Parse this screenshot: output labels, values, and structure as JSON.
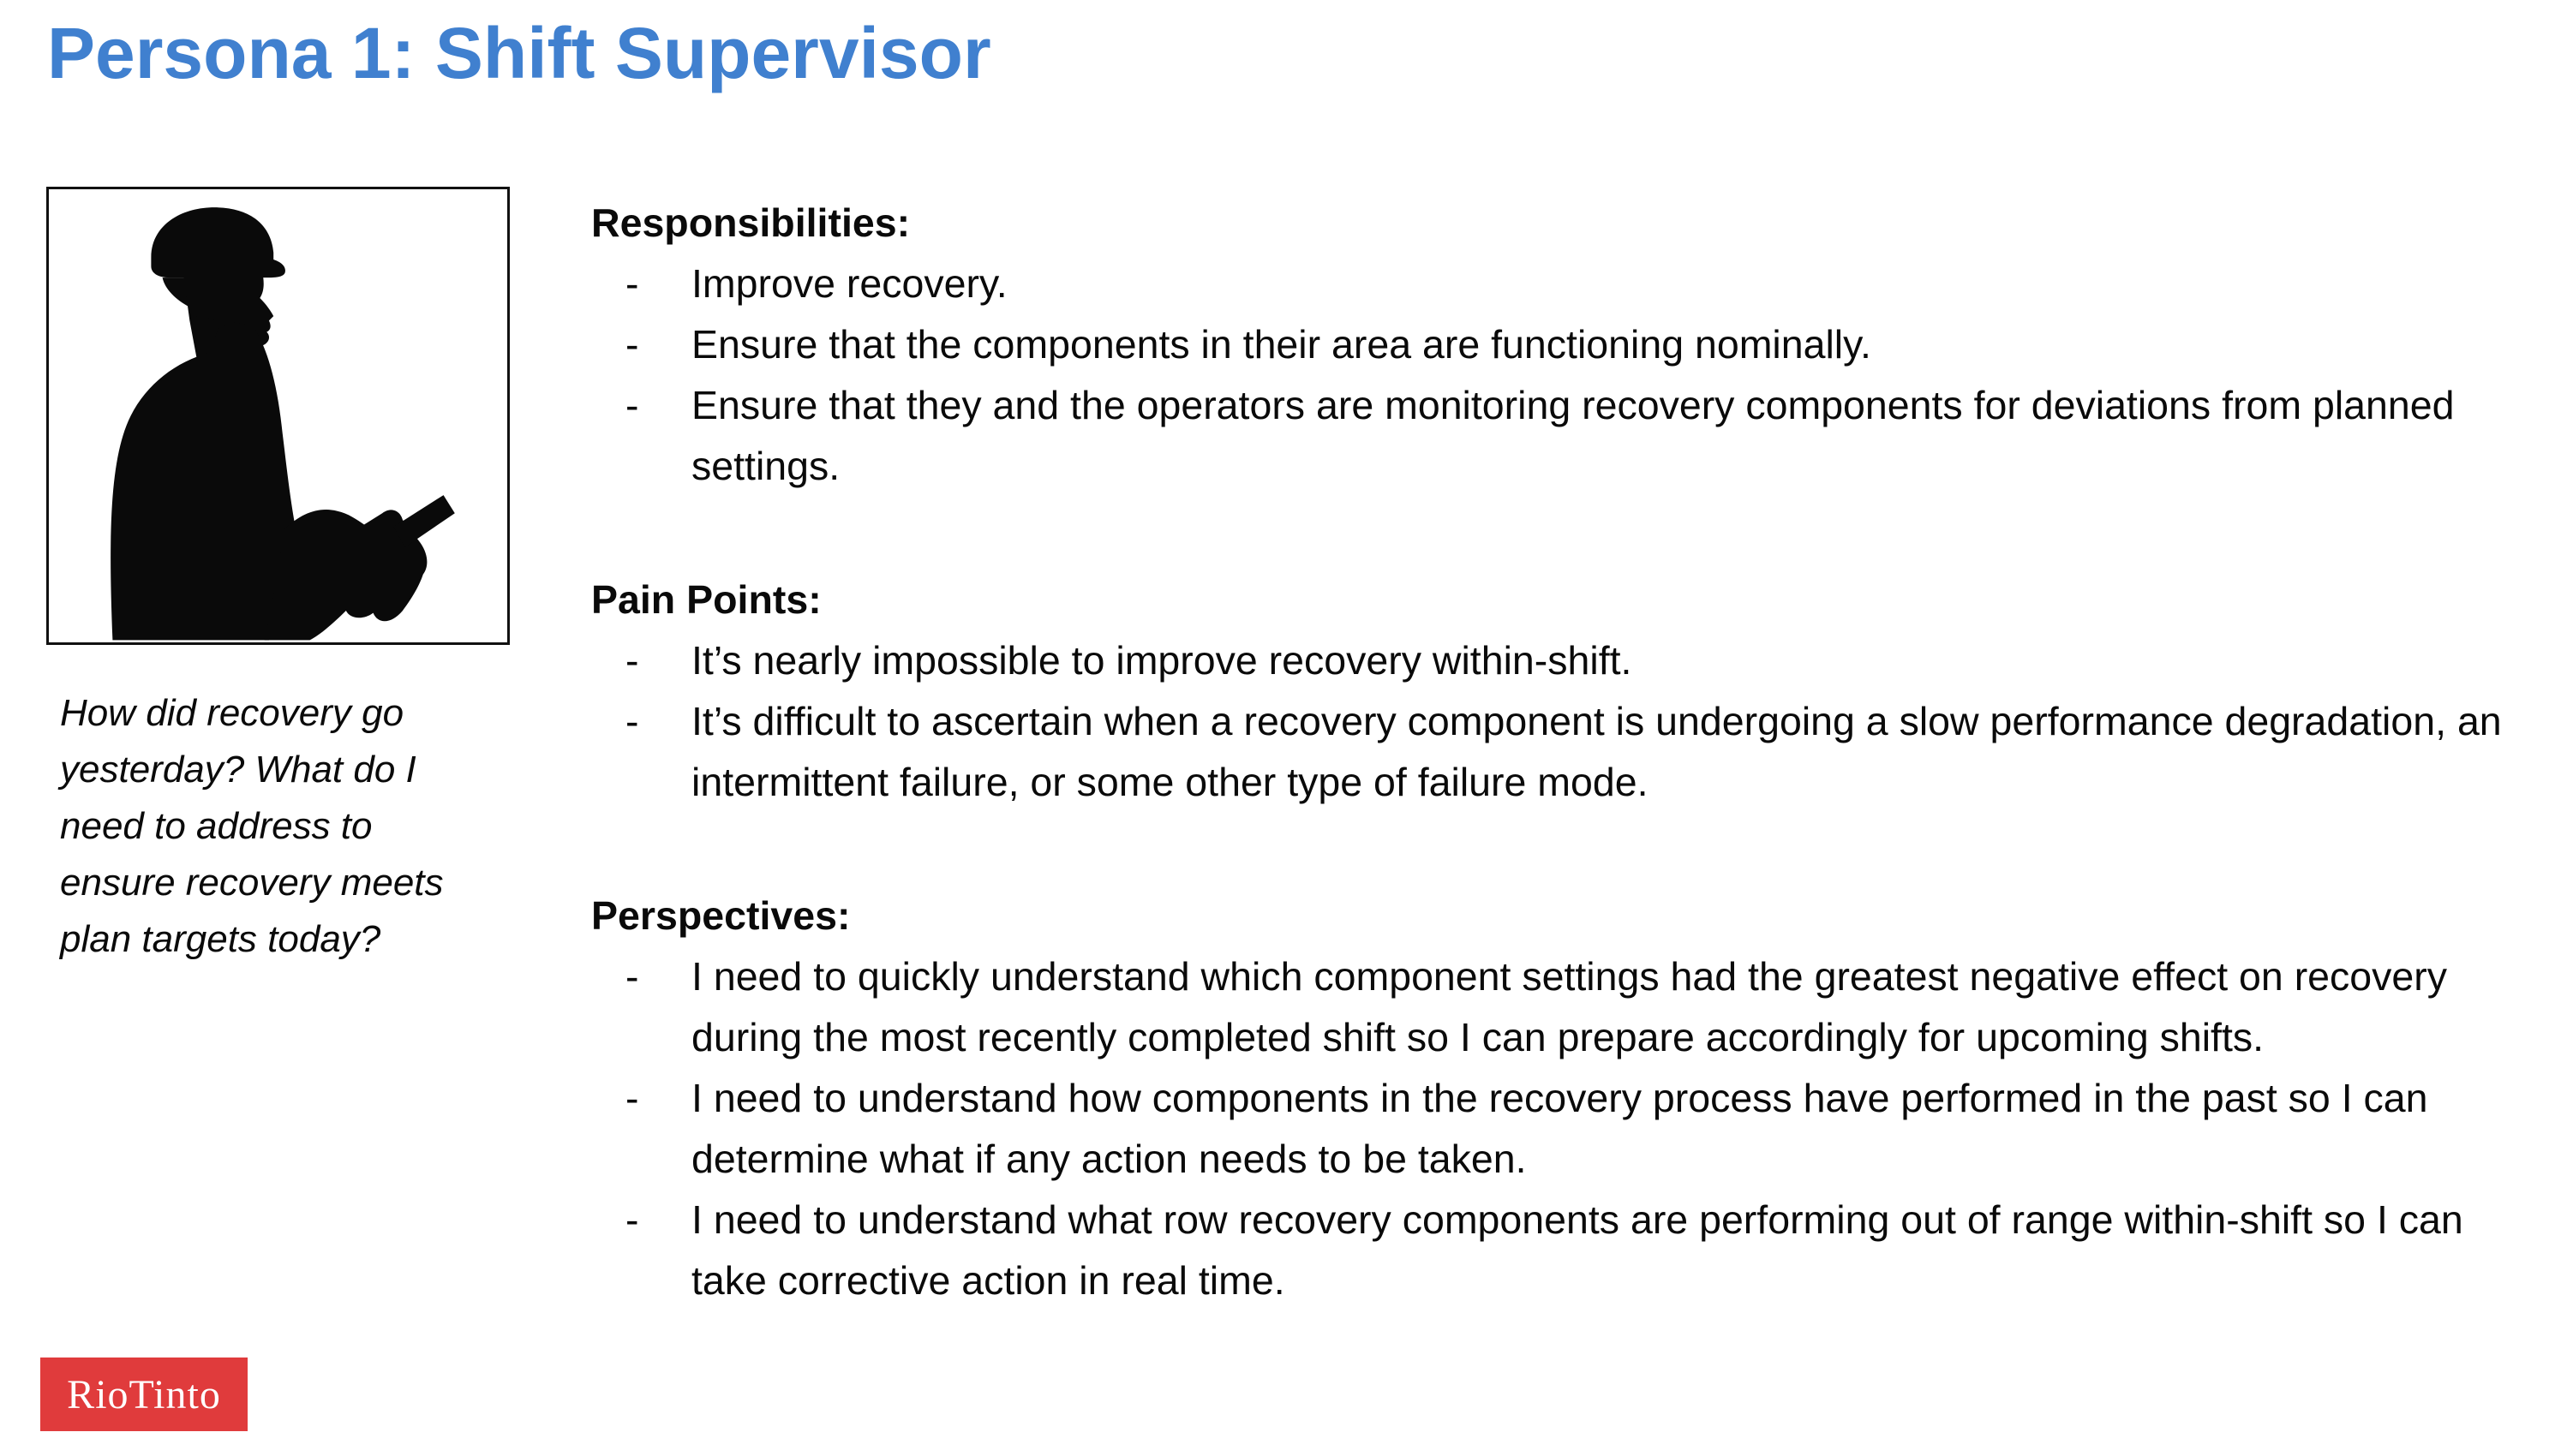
{
  "slide": {
    "title": "Persona 1: Shift Supervisor",
    "persona_image_alt": "black silhouette of a worker wearing a hard hat looking at a phone",
    "quote": "How did recovery go yesterday? What do I need to address to ensure recovery meets plan targets today?",
    "bullet_char": "-",
    "sections": [
      {
        "heading": "Responsibilities:",
        "bullets": [
          "Improve recovery.",
          "Ensure that the components in their area are functioning nominally.",
          "Ensure that they and the operators are monitoring recovery components for deviations from planned settings."
        ]
      },
      {
        "heading": "Pain Points:",
        "bullets": [
          "It’s nearly impossible to improve recovery within-shift.",
          "It’s difficult to ascertain when a recovery component is undergoing a slow performance degradation, an intermittent failure, or some other type of failure mode."
        ]
      },
      {
        "heading": "Perspectives:",
        "bullets": [
          "I need to quickly understand which component settings had the greatest negative effect on recovery during the most recently completed shift so I can prepare accordingly for upcoming shifts.",
          "I need to understand how components in the recovery process have performed in the past so I can determine what if any action needs to be taken.",
          "I need to understand what row recovery components are performing out of range within-shift so I can take corrective action in real time."
        ]
      }
    ],
    "logo": {
      "text": "RioTinto"
    },
    "colors": {
      "title_blue": "#4080CF",
      "logo_red": "#E03B3C",
      "logo_text": "#FFFFFF",
      "body_text": "#000000",
      "photo_border": "#111111"
    }
  }
}
